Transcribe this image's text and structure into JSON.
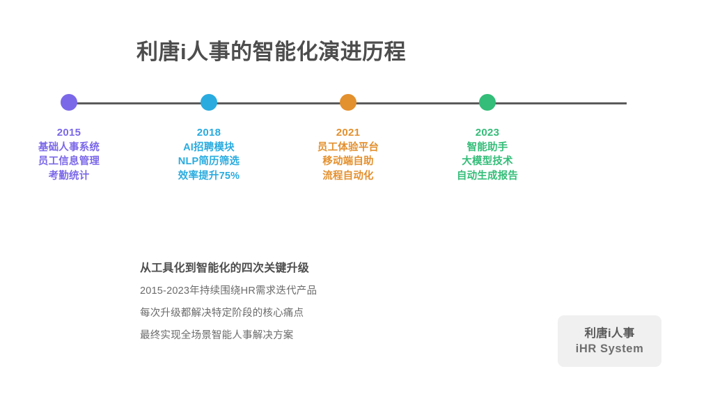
{
  "title": "利唐i人事的智能化演进历程",
  "timeline": {
    "axis_color": "#5a5a5a",
    "nodes": [
      {
        "year": "2015",
        "color": "#7b68e8",
        "dot_icon": "timeline-dot-icon",
        "lines": [
          "基础人事系统",
          "员工信息管理",
          "考勤统计"
        ]
      },
      {
        "year": "2018",
        "color": "#29abdf",
        "dot_icon": "timeline-dot-icon",
        "lines": [
          "AI招聘模块",
          "NLP简历筛选",
          "效率提升75%"
        ]
      },
      {
        "year": "2021",
        "color": "#e3902e",
        "dot_icon": "timeline-dot-icon",
        "lines": [
          "员工体验平台",
          "移动端自助",
          "流程自动化"
        ]
      },
      {
        "year": "2023",
        "color": "#33bd78",
        "dot_icon": "timeline-dot-icon",
        "lines": [
          "智能助手",
          "大模型技术",
          "自动生成报告"
        ]
      }
    ]
  },
  "summary": {
    "heading": "从工具化到智能化的四次关键升级",
    "lines": [
      "2015-2023年持续围绕HR需求迭代产品",
      "每次升级都解决特定阶段的核心痛点",
      "最终实现全场景智能人事解决方案"
    ]
  },
  "brand_badge": {
    "name_cn": "利唐i人事",
    "name_en": "iHR System",
    "background": "#f0f0f0"
  }
}
